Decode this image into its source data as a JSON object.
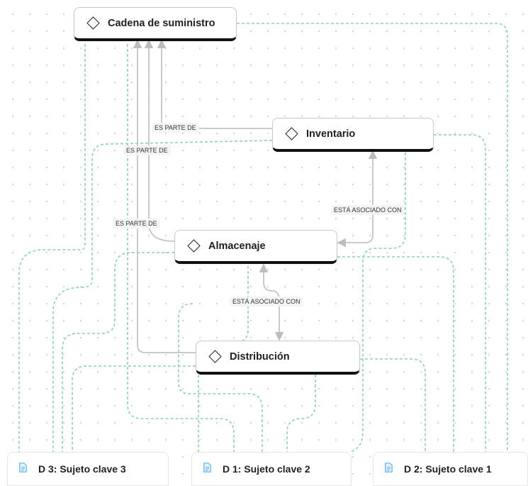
{
  "nodes": {
    "cadena": "Cadena de suministro",
    "inventario": "Inventario",
    "almacenaje": "Almacenaje",
    "distribucion": "Distribución"
  },
  "documents": {
    "d3": "D 3: Sujeto clave 3",
    "d1": "D 1: Sujeto clave 2",
    "d2": "D 2: Sujeto clave 1"
  },
  "edge_labels": {
    "inventario_cadena": "ES PARTE DE",
    "almacenaje_cadena": "ES PARTE DE",
    "distribucion_cadena": "ES PARTE DE",
    "almacenaje_inventario": "ESTÁ ASOCIADO CON",
    "distribucion_almacenaje": "ESTÁ ASOCIADO CON"
  },
  "colors": {
    "relation_edge": "#c4c4c4",
    "mention_edge": "#8ecfb6",
    "node_underline": "#111111",
    "doc_icon": "#5ab0e6"
  },
  "icons": {
    "concept": "diamond-icon",
    "document": "document-icon"
  }
}
